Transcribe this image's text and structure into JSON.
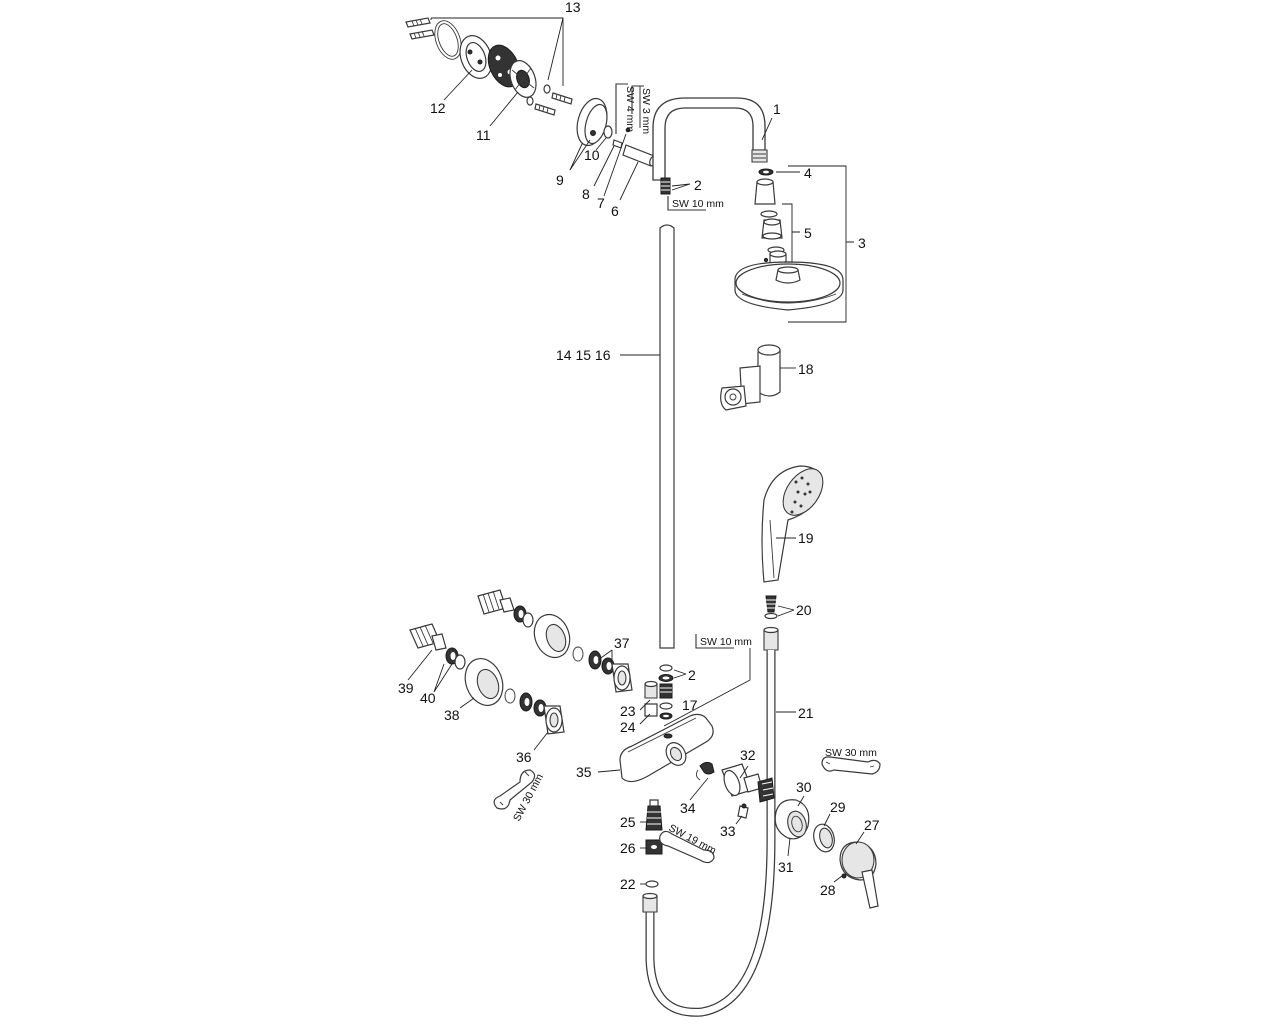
{
  "labels": {
    "l1": "1",
    "l2a": "2",
    "l2b": "2",
    "l3": "3",
    "l4": "4",
    "l5": "5",
    "l6": "6",
    "l7": "7",
    "l8": "8",
    "l9": "9",
    "l10": "10",
    "l11": "11",
    "l12": "12",
    "l13": "13",
    "l14_16": "14 15 16",
    "l17": "17",
    "l18": "18",
    "l19": "19",
    "l20": "20",
    "l21": "21",
    "l22": "22",
    "l23": "23",
    "l24": "24",
    "l25": "25",
    "l26": "26",
    "l27": "27",
    "l28": "28",
    "l29": "29",
    "l30": "30",
    "l31": "31",
    "l32": "32",
    "l33": "33",
    "l34": "34",
    "l35": "35",
    "l36": "36",
    "l37": "37",
    "l38": "38",
    "l39": "39",
    "l40": "40"
  },
  "tool_sizes": {
    "sw4": "SW 4 mm",
    "sw3": "SW 3 mm",
    "sw10_top": "SW 10 mm",
    "sw10_mid": "SW 10 mm",
    "sw30_right": "SW 30 mm",
    "sw19": "SW 19 mm",
    "sw30_left": "SW 30 mm"
  }
}
